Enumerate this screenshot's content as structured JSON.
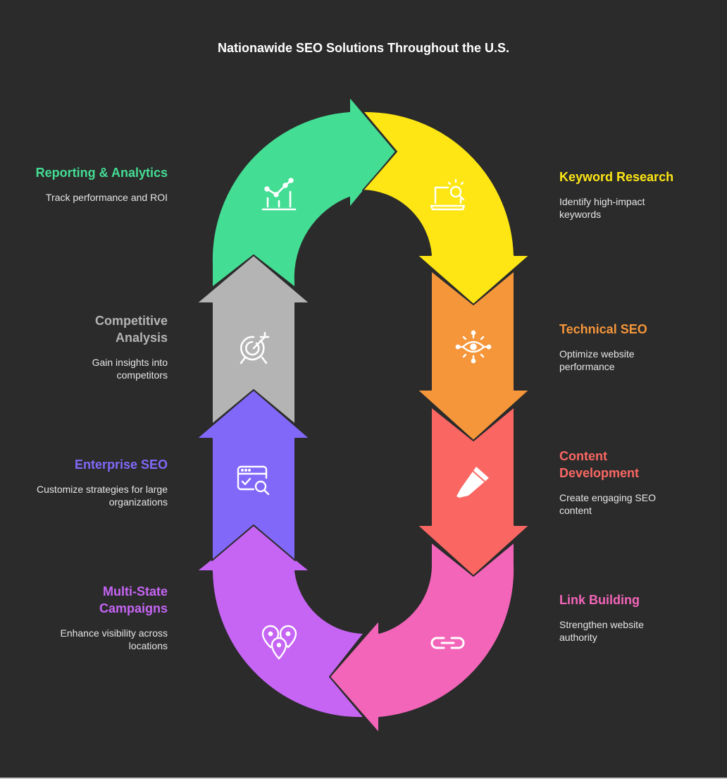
{
  "title": "Nationawide SEO Solutions Throughout the U.S.",
  "steps": [
    {
      "title": "Keyword Research",
      "description": "Identify high-impact keywords",
      "color": "#fde614",
      "icon": "laptop-search-icon"
    },
    {
      "title": "Technical SEO",
      "description": "Optimize website performance",
      "color": "#f5963a",
      "icon": "eye-network-icon"
    },
    {
      "title": "Content Development",
      "description": "Create engaging SEO content",
      "color": "#fa6763",
      "icon": "pencil-icon"
    },
    {
      "title": "Link Building",
      "description": "Strengthen website authority",
      "color": "#f365b9",
      "icon": "link-icon"
    },
    {
      "title": "Multi-State Campaigns",
      "description": "Enhance visibility across locations",
      "color": "#c665f4",
      "icon": "map-pins-icon"
    },
    {
      "title": "Enterprise SEO",
      "description": "Customize strategies for large organizations",
      "color": "#8268f9",
      "icon": "browser-checklist-icon"
    },
    {
      "title": "Competitive Analysis",
      "description": "Gain insights into competitors",
      "color": "#b4b4b4",
      "icon": "target-icon"
    },
    {
      "title": "Reporting & Analytics",
      "description": "Track performance and ROI",
      "color": "#44dd94",
      "icon": "bar-chart-icon"
    }
  ]
}
